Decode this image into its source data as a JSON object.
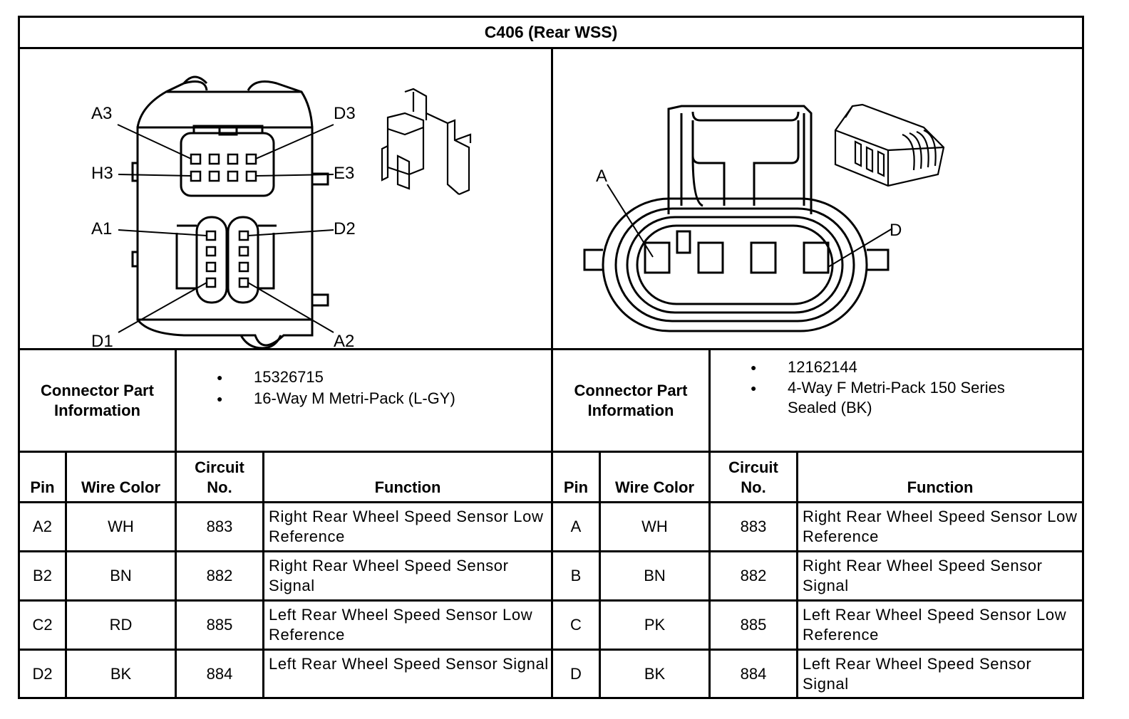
{
  "title": "C406 (Rear WSS)",
  "left_connector": {
    "pin_callouts": [
      "A3",
      "D3",
      "H3",
      "E3",
      "A1",
      "D2",
      "D1",
      "A2"
    ],
    "part_info_label": "Connector Part Information",
    "part_info": [
      "15326715",
      "16-Way M Metri-Pack (L-GY)"
    ],
    "headers": {
      "pin": "Pin",
      "wire_color": "Wire Color",
      "circuit": "Circuit No.",
      "function": "Function"
    },
    "rows": [
      {
        "pin": "A2",
        "wire_color": "WH",
        "circuit": "883",
        "function": "Right Rear Wheel Speed Sensor Low Reference"
      },
      {
        "pin": "B2",
        "wire_color": "BN",
        "circuit": "882",
        "function": "Right Rear Wheel Speed Sensor Signal"
      },
      {
        "pin": "C2",
        "wire_color": "RD",
        "circuit": "885",
        "function": "Left Rear Wheel Speed Sensor Low Reference"
      },
      {
        "pin": "D2",
        "wire_color": "BK",
        "circuit": "884",
        "function": "Left Rear Wheel Speed Sensor Signal"
      }
    ]
  },
  "right_connector": {
    "pin_callouts": [
      "A",
      "D"
    ],
    "part_info_label": "Connector Part Information",
    "part_info": [
      "12162144",
      "4-Way F Metri-Pack 150 Series Sealed (BK)"
    ],
    "headers": {
      "pin": "Pin",
      "wire_color": "Wire Color",
      "circuit": "Circuit No.",
      "function": "Function"
    },
    "rows": [
      {
        "pin": "A",
        "wire_color": "WH",
        "circuit": "883",
        "function": "Right Rear Wheel Speed Sensor Low Reference"
      },
      {
        "pin": "B",
        "wire_color": "BN",
        "circuit": "882",
        "function": "Right Rear Wheel Speed Sensor Signal"
      },
      {
        "pin": "C",
        "wire_color": "PK",
        "circuit": "885",
        "function": "Left Rear Wheel Speed Sensor Low Reference"
      },
      {
        "pin": "D",
        "wire_color": "BK",
        "circuit": "884",
        "function": "Left Rear Wheel Speed Sensor Signal"
      }
    ]
  }
}
